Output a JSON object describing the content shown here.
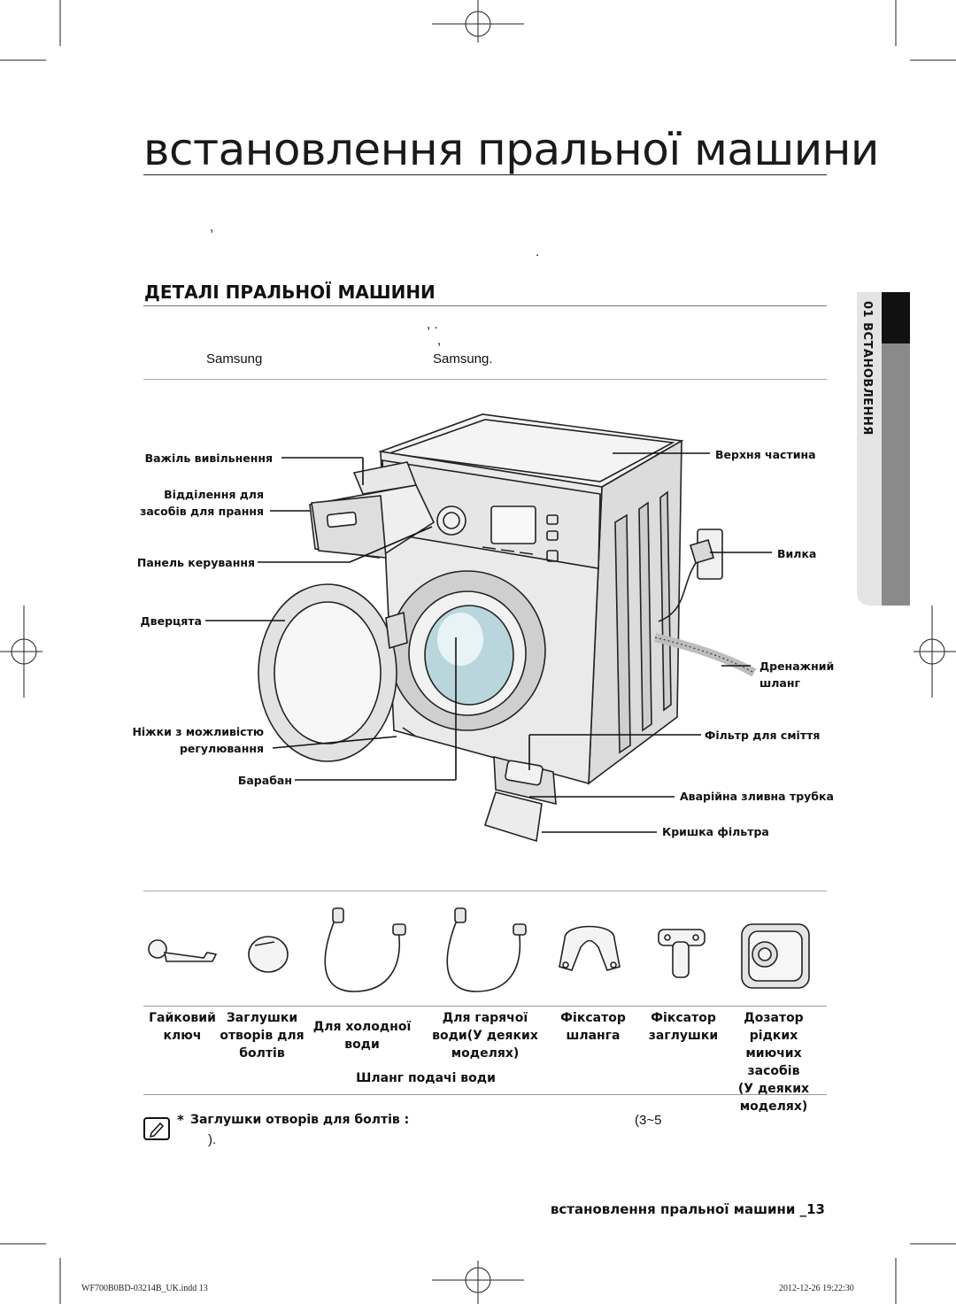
{
  "page_title": "встановлення пральної машини",
  "intro": {
    "line1": ",",
    "line2": "."
  },
  "section": {
    "title": "ДЕТАЛІ ПРАЛЬНОЇ МАШИНИ",
    "line1": ",          .",
    "line2": ",",
    "line3_a": "Samsung",
    "line3_b": "Samsung."
  },
  "side_tab": {
    "label": "01 ВСТАНОВЛЕННЯ"
  },
  "callouts": {
    "left": {
      "detergent_release": "Важіль вивільнення",
      "dispenser_l1": "Відділення для",
      "dispenser_l2": "засобів для прання",
      "control_panel": "Панель керування",
      "door": "Дверцята",
      "feet_l1": "Ніжки з можливістю",
      "feet_l2": "регулювання",
      "drum": "Барабан"
    },
    "right": {
      "top": "Верхня частина",
      "plug": "Вилка",
      "drain_l1": "Дренажний",
      "drain_l2": "шланг",
      "filter": "Фільтр для сміття",
      "emergency": "Аварійна зливна трубка",
      "cover": "Кришка фільтра"
    }
  },
  "accessories": {
    "spanner": [
      "Гайковий",
      "ключ"
    ],
    "caps": [
      "Заглушки",
      "отворів для",
      "болтів"
    ],
    "cold": [
      "Для холодної",
      "води"
    ],
    "hot": [
      "Для гарячої",
      "води(У деяких",
      "моделях)"
    ],
    "hose_holder": [
      "Фіксатор",
      "шланга"
    ],
    "cap_holder": [
      "Фіксатор",
      "заглушки"
    ],
    "liquid": [
      "Дозатор",
      "рідких миючих",
      "засобів",
      "(У деяких",
      "моделях)"
    ],
    "water_hose": "Шланг подачі води"
  },
  "note": {
    "star": "*",
    "lead": "Заглушки отворів для болтів :",
    "range": "(3~5",
    "end": ")."
  },
  "footer": {
    "title": "встановлення пральної машини _13",
    "file": "WF700B0BD-03214B_UK.indd   13",
    "date": "2012-12-26   19:22:30"
  },
  "icons": [
    "note-icon",
    "registration-mark-icon",
    "crop-mark-icon"
  ]
}
